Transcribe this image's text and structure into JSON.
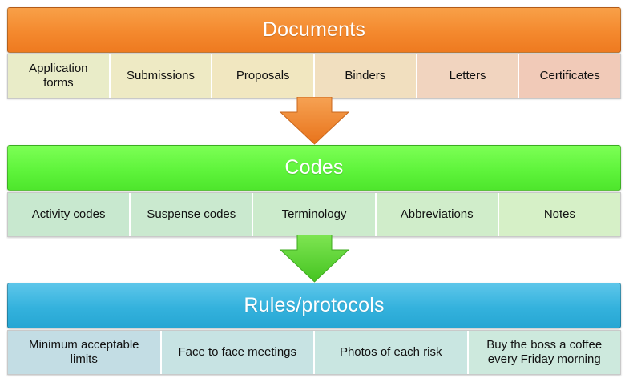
{
  "sections": [
    {
      "title": "Documents",
      "color": "#f4892e",
      "items": [
        "Application\nforms",
        "Submissions",
        "Proposals",
        "Binders",
        "Letters",
        "Certificates"
      ],
      "item_colors": [
        "#e9ecc8",
        "#eeeac4",
        "#f1e7c0",
        "#f1dfbf",
        "#f1d4bf",
        "#f1cab8"
      ]
    },
    {
      "title": "Codes",
      "color": "#5ff43c",
      "items": [
        "Activity codes",
        "Suspense codes",
        "Terminology",
        "Abbreviations",
        "Notes"
      ],
      "item_colors": [
        "#c8e8cf",
        "#cae9cf",
        "#ccebcc",
        "#d0edca",
        "#d6f0c7"
      ]
    },
    {
      "title": "Rules/protocols",
      "color": "#34b2dd",
      "items": [
        "Minimum acceptable\nlimits",
        "Face to face meetings",
        "Photos of each risk",
        "Buy the boss a coffee\nevery Friday morning"
      ],
      "item_colors": [
        "#c3dde4",
        "#c7e3e3",
        "#c9e6e1",
        "#cde9dd"
      ]
    }
  ],
  "arrow_colors": [
    "#f08a2e",
    "#58d632"
  ]
}
